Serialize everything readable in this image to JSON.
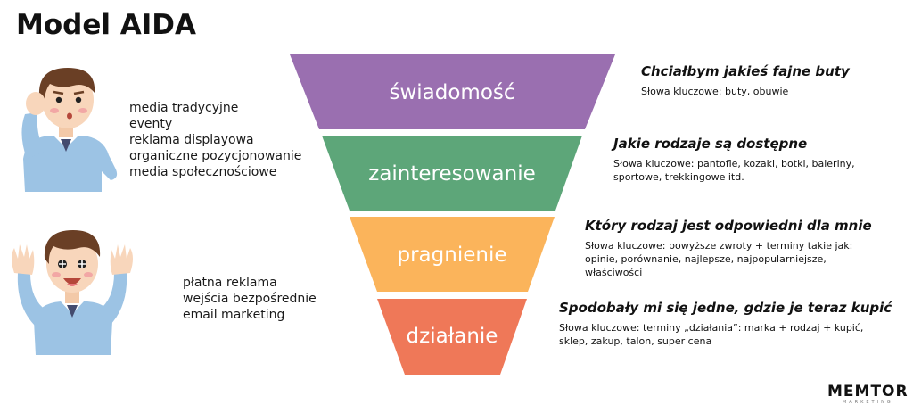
{
  "title": "Model AIDA",
  "channels_top": [
    "media tradycyjne",
    "eventy",
    "reklama displayowa",
    "organiczne pozycjonowanie",
    "media społecznościowe"
  ],
  "channels_bottom": [
    "płatna reklama",
    "wejścia bezpośrednie",
    "email marketing"
  ],
  "stages": [
    {
      "label": "świadomość",
      "color": "#9a6fb0",
      "heading": "Chciałbym jakieś fajne buty",
      "keywords": "Słowa kluczowe: buty, obuwie"
    },
    {
      "label": "zainteresowanie",
      "color": "#5da679",
      "heading": "Jakie rodzaje są dostępne",
      "keywords": "Słowa kluczowe: pantofle, kozaki, botki, baleriny, sportowe, trekkingowe itd."
    },
    {
      "label": "pragnienie",
      "color": "#fbb45b",
      "heading": "Który rodzaj jest odpowiedni dla mnie",
      "keywords": "Słowa kluczowe: powyższe zwroty + terminy takie jak: opinie, porównanie, najlepsze, najpopularniejsze, właściwości"
    },
    {
      "label": "działanie",
      "color": "#ef7858",
      "heading": "Spodobały mi się jedne, gdzie je teraz kupić",
      "keywords": "Słowa kluczowe: terminy „działania”: marka + rodzaj + kupić, sklep, zakup, talon, super cena"
    }
  ],
  "logo": {
    "main": "MEMTOR",
    "sub": "MARKETING"
  },
  "icons": [
    "thinking-person-icon",
    "excited-person-icon"
  ]
}
